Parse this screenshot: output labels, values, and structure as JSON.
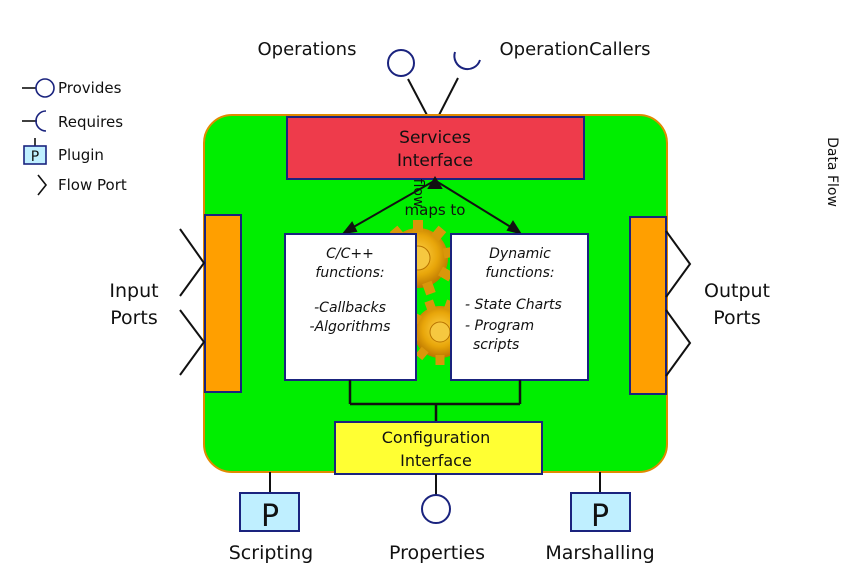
{
  "legend": {
    "provides": "Provides",
    "requires": "Requires",
    "plugin_glyph": "P",
    "plugin": "Plugin",
    "flow_port": "Flow Port"
  },
  "top": {
    "operations": "Operations",
    "operation_callers": "OperationCallers"
  },
  "services": {
    "line1": "Services",
    "line2": "Interface"
  },
  "maps_to": "maps to",
  "flow_label": "flow",
  "data_flow": "Data Flow",
  "input_ports": {
    "line1": "Input",
    "line2": "Ports"
  },
  "output_ports": {
    "line1": "Output",
    "line2": "Ports"
  },
  "cpp_box": {
    "line1": "C/C++",
    "line2": "functions:",
    "line3": "-Callbacks",
    "line4": "-Algorithms"
  },
  "dyn_box": {
    "line1": "Dynamic",
    "line2": "functions:",
    "line3": "- State Charts",
    "line4": "- Program",
    "line5": "scripts"
  },
  "configuration": {
    "line1": "Configuration",
    "line2": "Interface"
  },
  "bottom": {
    "scripting_glyph": "P",
    "scripting": "Scripting",
    "properties": "Properties",
    "marshalling_glyph": "P",
    "marshalling": "Marshalling"
  },
  "colors": {
    "component_fill": "#00ee00",
    "component_border": "#e08a00",
    "services_fill": "#ee3b4b",
    "config_fill": "#ffff33",
    "port_fill": "#ff9f00",
    "port_border": "#1a237e",
    "plugin_fill": "#bfefff",
    "box_border": "#1a237e"
  }
}
